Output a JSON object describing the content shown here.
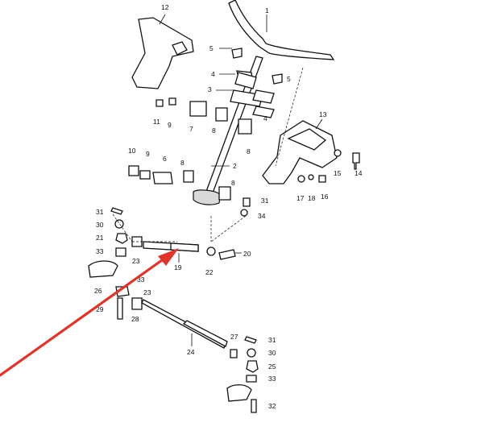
{
  "diagram": {
    "callouts": {
      "c1": "1",
      "c2": "2",
      "c3": "3",
      "c4a": "4",
      "c4b": "4",
      "c5a": "5",
      "c5b": "5",
      "c6": "6",
      "c7": "7",
      "c8a": "8",
      "c8b": "8",
      "c8c": "8",
      "c8d": "8",
      "c9a": "9",
      "c9b": "9",
      "c10": "10",
      "c11": "11",
      "c12": "12",
      "c13": "13",
      "c14": "14",
      "c15": "15",
      "c16": "16",
      "c17": "17",
      "c18": "18",
      "c19": "19",
      "c20": "20",
      "c21": "21",
      "c22": "22",
      "c23a": "23",
      "c23b": "23",
      "c24": "24",
      "c25": "25",
      "c26": "26",
      "c27": "27",
      "c28": "28",
      "c29": "29",
      "c30a": "30",
      "c30b": "30",
      "c31a": "31",
      "c31b": "31",
      "c31c": "31",
      "c32": "32",
      "c33a": "33",
      "c33b": "33",
      "c34": "34"
    },
    "highlight_arrow_color": "#e0342b"
  }
}
